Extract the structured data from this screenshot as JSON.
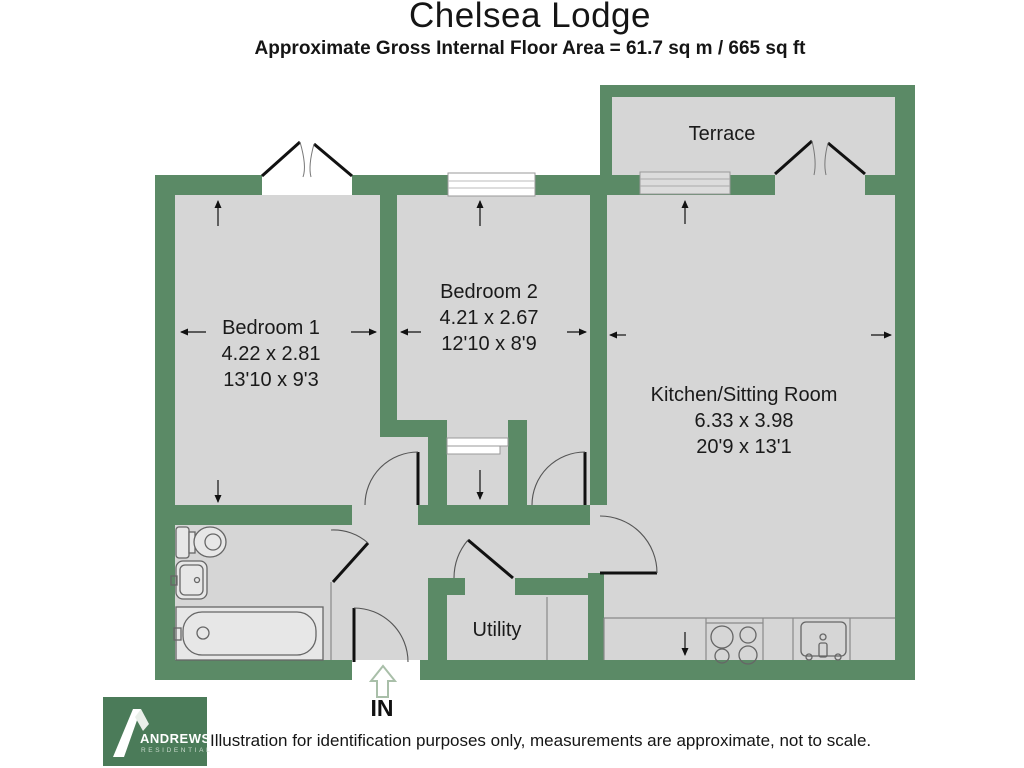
{
  "header": {
    "title": "Chelsea Lodge",
    "subtitle": "Approximate Gross Internal Floor Area = 61.7 sq m / 665 sq ft"
  },
  "plan": {
    "rooms": {
      "terrace": {
        "label": "Terrace"
      },
      "bedroom1": {
        "label": "Bedroom 1",
        "metric": "4.22 x 2.81",
        "imperial": "13'10 x 9'3"
      },
      "bedroom2": {
        "label": "Bedroom 2",
        "metric": "4.21 x 2.67",
        "imperial": "12'10 x 8'9"
      },
      "kitchen": {
        "label": "Kitchen/Sitting Room",
        "metric": "6.33 x 3.98",
        "imperial": "20'9 x 13'1"
      },
      "utility": {
        "label": "Utility"
      }
    },
    "entrance": {
      "label": "IN"
    }
  },
  "footer": {
    "logo": {
      "name": "ANDREWS",
      "tagline": "RESIDENTIAL"
    },
    "disclaimer": "Illustration for identification purposes only, measurements are approximate, not to scale."
  },
  "colors": {
    "wall": "#5b8a66",
    "floor": "#d6d6d6",
    "logo": "#4b7b59"
  }
}
